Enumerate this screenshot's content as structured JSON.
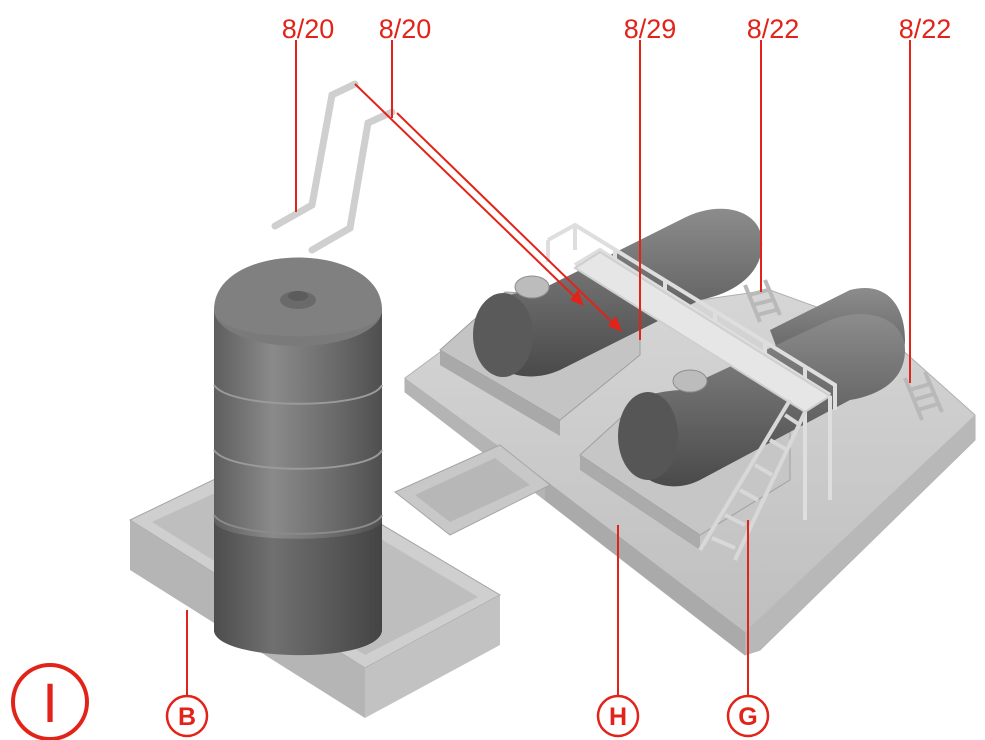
{
  "part_labels": {
    "pipe_left": "8/20",
    "pipe_right": "8/20",
    "walkway": "8/29",
    "ladder_rear": "8/22",
    "ladder_right": "8/22"
  },
  "callouts": {
    "tank_base": "B",
    "platform_base": "H",
    "stairs": "G"
  },
  "step_marker": "I",
  "colors": {
    "accent": "#e2231a",
    "tank_dark": "#6e6e6e",
    "plastic_light": "#c8c8c8"
  }
}
